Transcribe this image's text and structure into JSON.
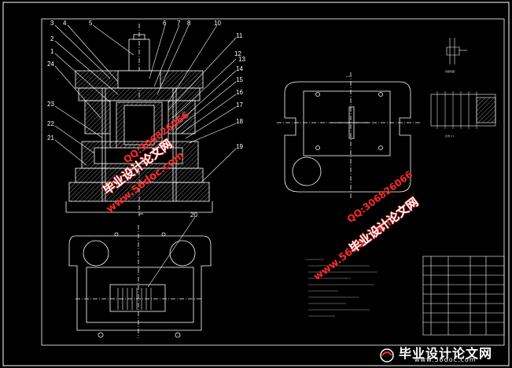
{
  "drawing": {
    "part_numbers_left": [
      "3",
      "4",
      "5",
      "6",
      "7",
      "8",
      "10",
      "2",
      "1",
      "24",
      "23",
      "22",
      "21"
    ],
    "part_numbers_right": [
      "11",
      "12",
      "13",
      "14",
      "15",
      "16",
      "17",
      "18",
      "19",
      "20"
    ],
    "section_label": "A-A",
    "detail_caption_1": "局部视图",
    "detail_caption_2": "比例 2:1"
  },
  "watermarks": {
    "wm1_site": "www.56doc.com",
    "wm1_title": "毕业设计论文网",
    "wm1_qq": "QQ:306826066",
    "wm2_site": "www.56doc.com",
    "wm2_title": "毕业设计论文网",
    "wm2_qq": "QQ:306826066"
  },
  "logo": {
    "title": "毕业设计论文网",
    "url": "www.56doc.com"
  },
  "colors": {
    "background": "#000000",
    "lines": "#ffffff",
    "watermark": "#ff2a2a",
    "hatch": "#bbbbbb"
  }
}
